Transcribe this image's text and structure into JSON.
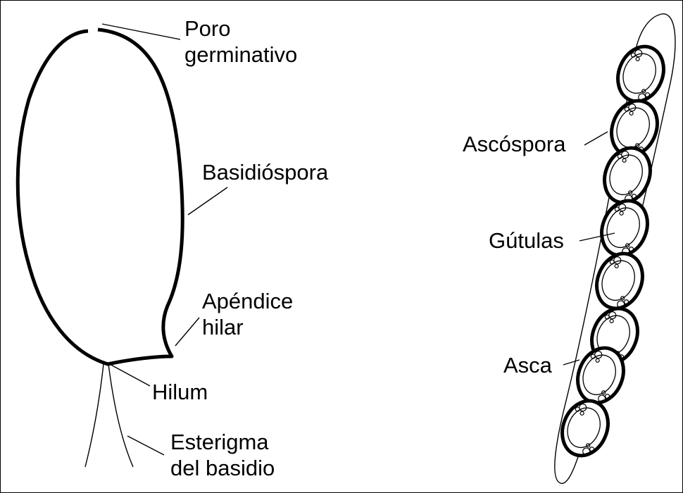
{
  "labels": {
    "poro_line1": "Poro",
    "poro_line2": "germinativo",
    "basidiospora": "Basidióspora",
    "apendice_line1": "Apéndice",
    "apendice_line2": "hilar",
    "hilum": "Hilum",
    "esterigma_line1": "Esterigma",
    "esterigma_line2": "del basidio",
    "ascospora": "Ascóspora",
    "gutulas": "Gútulas",
    "asca": "Asca"
  },
  "colors": {
    "stroke": "#000000",
    "background": "#ffffff"
  },
  "ascospore_count": 8
}
